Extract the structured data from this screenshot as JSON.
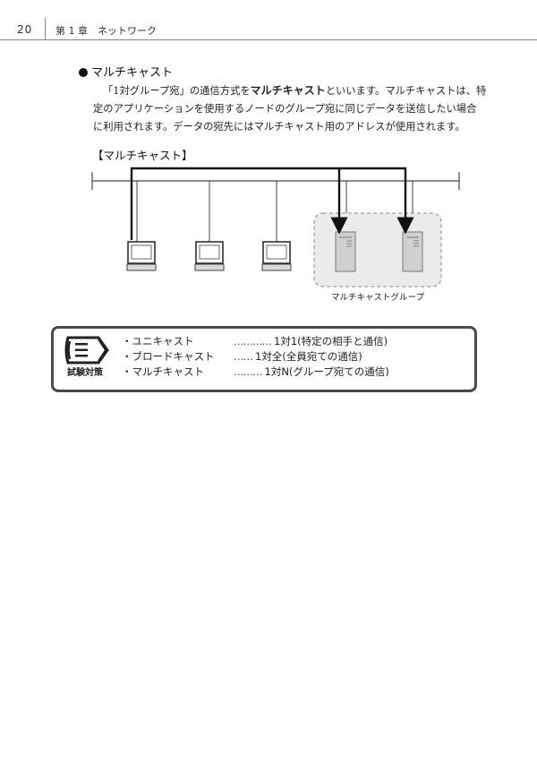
{
  "header": {
    "page_number": "20",
    "chapter": "第 1 章　ネットワーク"
  },
  "section": {
    "heading": "マルチキャスト",
    "paragraph": {
      "line1_pre": "「1対グループ宛」の通信方式を",
      "line1_bold": "マルチキャスト",
      "line1_post": "といいます。マルチキャストは、特",
      "line2": "定のアプリケーションを使用するノードのグループ宛に同じデータを送信したい場合",
      "line3": "に利用されます。データの宛先にはマルチキャスト用のアドレスが使用されます。"
    }
  },
  "figure": {
    "title": "【マルチキャスト】",
    "group_label": "マルチキャストグループ",
    "nodes": [
      {
        "type": "pc-icon"
      },
      {
        "type": "pc-icon"
      },
      {
        "type": "pc-icon"
      },
      {
        "type": "server-icon"
      },
      {
        "type": "server-icon"
      }
    ]
  },
  "exam_tip": {
    "label": "試験対策",
    "items": [
      {
        "name": "・ユニキャスト",
        "dots": "…………",
        "desc": "1対1(特定の相手と通信)"
      },
      {
        "name": "・ブロードキャスト",
        "dots": "……",
        "desc": "1対全(全員宛ての通信)"
      },
      {
        "name": "・マルチキャスト",
        "dots": "………",
        "desc": "1対N(グループ宛ての通信)"
      }
    ]
  }
}
